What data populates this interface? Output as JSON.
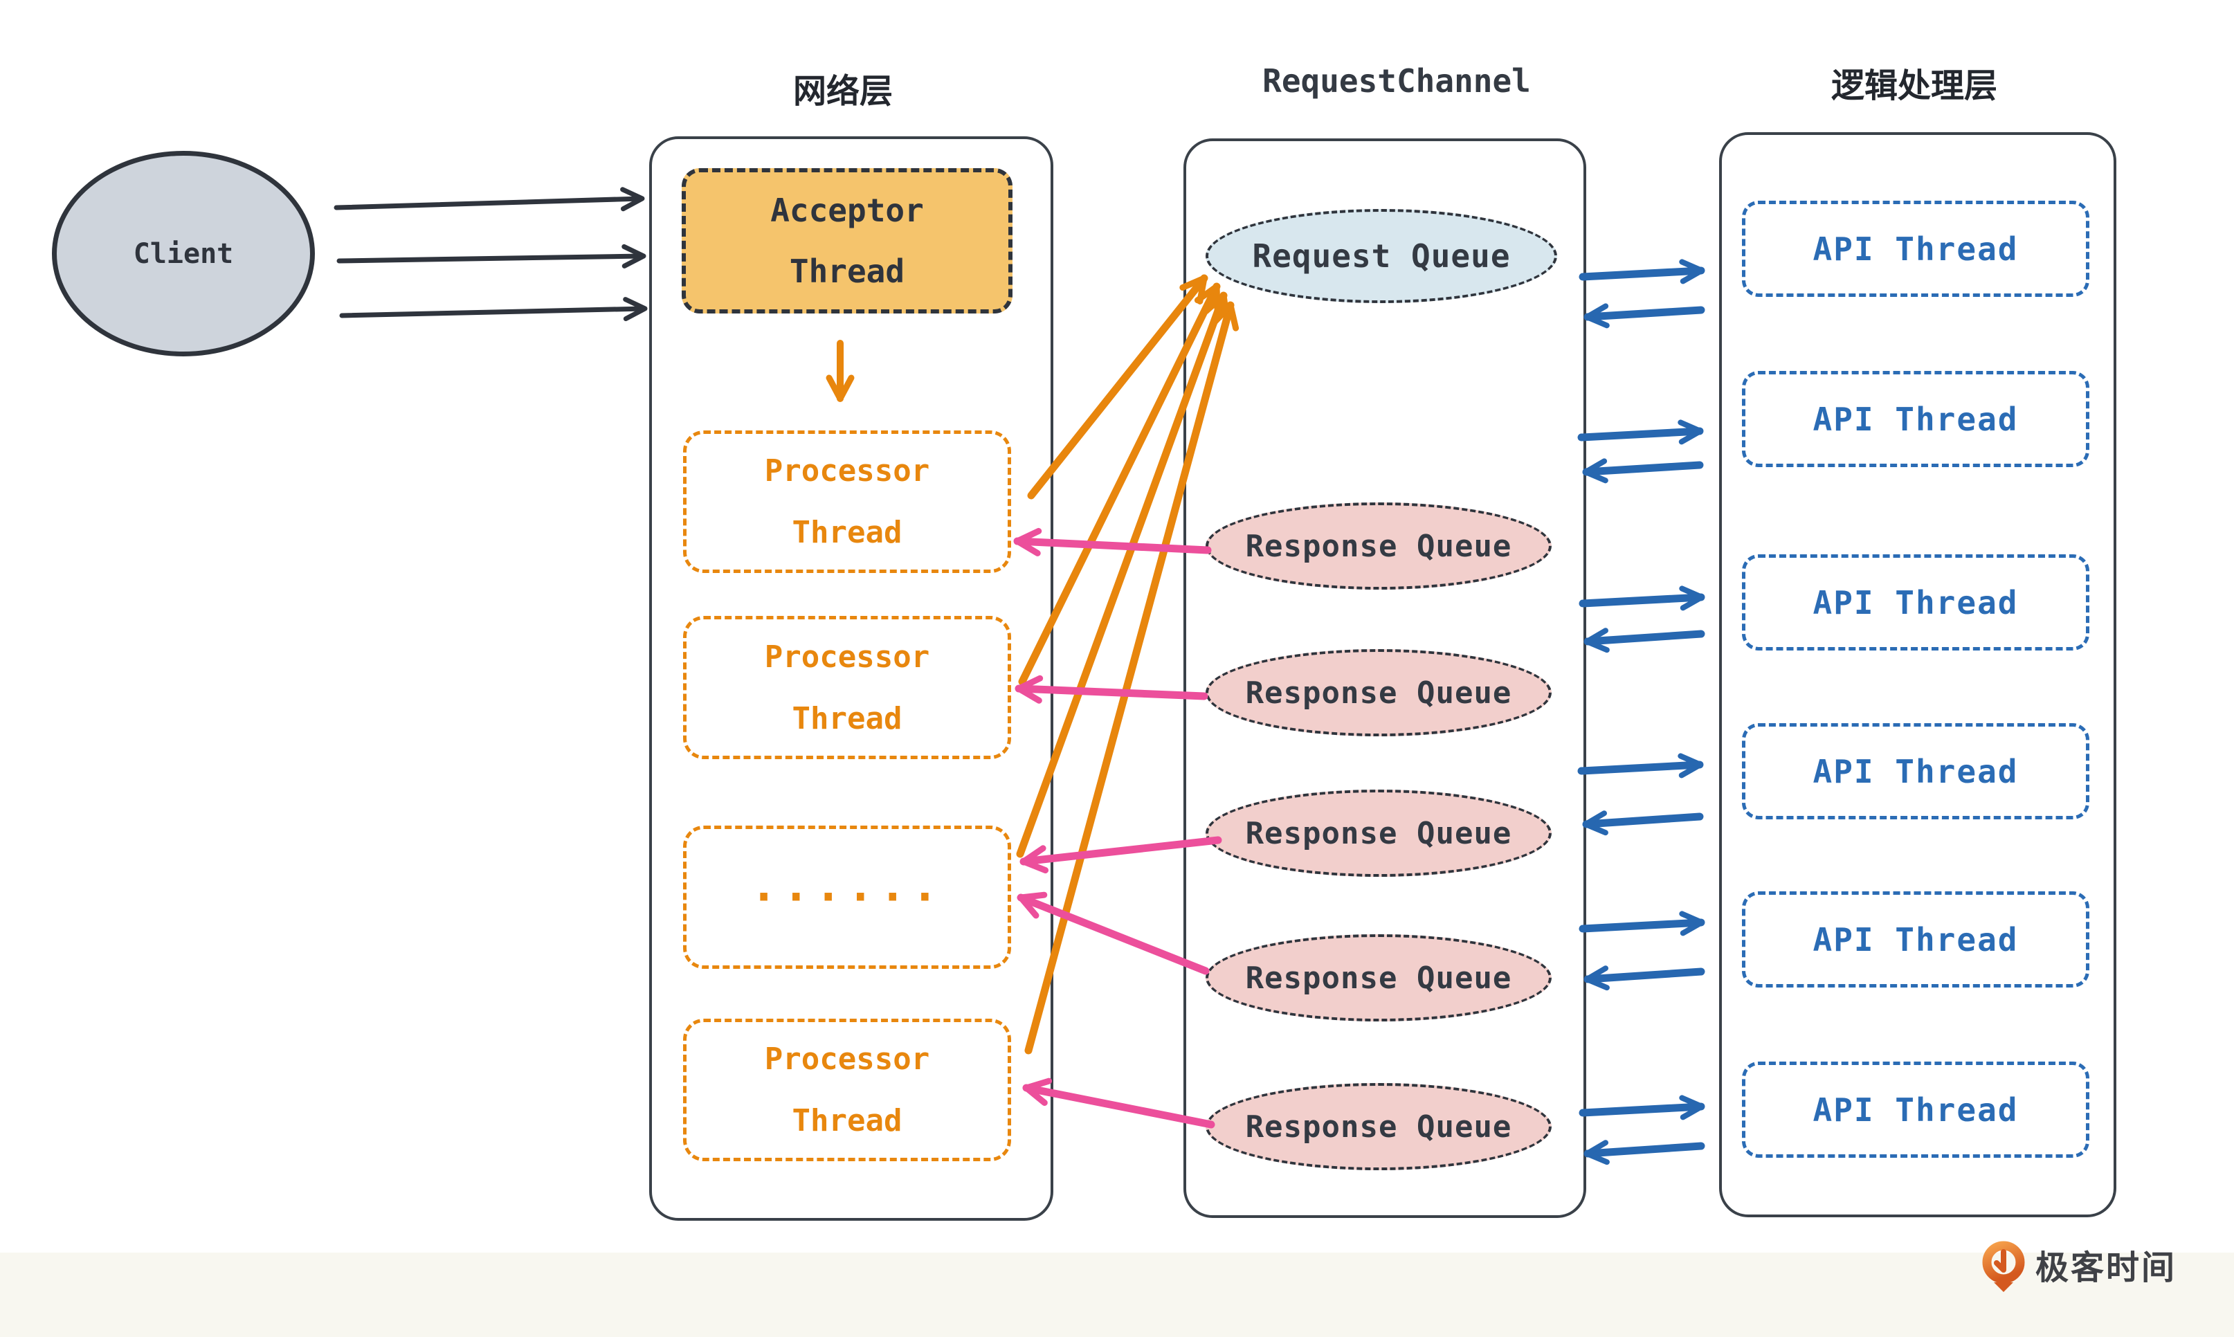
{
  "titles": {
    "network_layer": "网络层",
    "request_channel": "RequestChannel",
    "logic_layer": "逻辑处理层"
  },
  "client": {
    "label": "Client"
  },
  "network_layer": {
    "acceptor_thread": {
      "line1": "Acceptor",
      "line2": "Thread"
    },
    "processor_threads": [
      {
        "line1": "Processor",
        "line2": "Thread"
      },
      {
        "line1": "Processor",
        "line2": "Thread"
      },
      {
        "ellipsis": "······"
      },
      {
        "line1": "Processor",
        "line2": "Thread"
      }
    ]
  },
  "request_channel": {
    "request_queue": {
      "label": "Request Queue"
    },
    "response_queues": [
      {
        "label": "Response Queue"
      },
      {
        "label": "Response Queue"
      },
      {
        "label": "Response Queue"
      },
      {
        "label": "Response Queue"
      },
      {
        "label": "Response Queue"
      }
    ]
  },
  "logic_layer": {
    "api_threads": [
      {
        "label": "API Thread"
      },
      {
        "label": "API Thread"
      },
      {
        "label": "API Thread"
      },
      {
        "label": "API Thread"
      },
      {
        "label": "API Thread"
      },
      {
        "label": "API Thread"
      }
    ]
  },
  "footer": {
    "brand": "极客时间"
  },
  "colors": {
    "accent_orange": "#E8860D",
    "accent_pink": "#EC4F9B",
    "accent_blue": "#2B6CB5",
    "arrow_dark": "#2F343D",
    "acceptor_fill": "#F5C46C",
    "request_queue_fill": "#D8E7EE",
    "response_queue_fill": "#F2CFCC",
    "client_fill": "#CED4DC",
    "footer_background": "#F8F7F0"
  }
}
